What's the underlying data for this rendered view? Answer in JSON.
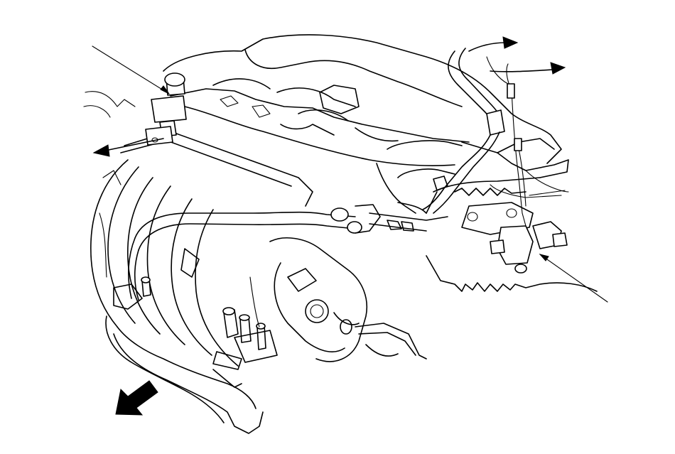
{
  "figure": {
    "style": "black line-art service manual illustration",
    "colors": {
      "line": "#000000",
      "background": "#ffffff"
    }
  },
  "callouts": [
    {
      "name": "leader-line-upper-left"
    },
    {
      "name": "leader-line-right"
    },
    {
      "name": "leader-line-mid-right"
    }
  ],
  "direction_arrows": [
    {
      "name": "arrow-upper-right",
      "style": "open line arrow"
    },
    {
      "name": "arrow-upper-right-curved",
      "style": "open line arrow"
    },
    {
      "name": "arrow-left",
      "style": "open line arrow"
    },
    {
      "name": "arrow-front-lower-left",
      "style": "solid block arrow"
    }
  ]
}
